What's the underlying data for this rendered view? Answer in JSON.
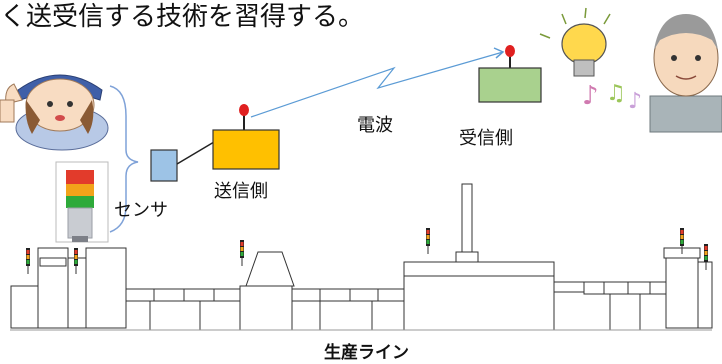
{
  "heading": "く送受信する技術を習得する。",
  "labels": {
    "sensor": "センサ",
    "transmitter": "送信側",
    "radio_wave": "電波",
    "receiver": "受信側",
    "production_line": "生産ライン"
  },
  "colors": {
    "transmitter_box": "#ffc000",
    "receiver_box": "#a9d18e",
    "sensor_box": "#9dc3e6",
    "antenna_tip": "#e02020",
    "radio_wave": "#5b9bd5",
    "line_stroke": "#333333"
  },
  "icons": [
    "worker-woman-icon",
    "stack-light-icon",
    "light-bulb-icon",
    "music-notes-icon",
    "elderly-man-icon",
    "signal-tower-icon"
  ]
}
